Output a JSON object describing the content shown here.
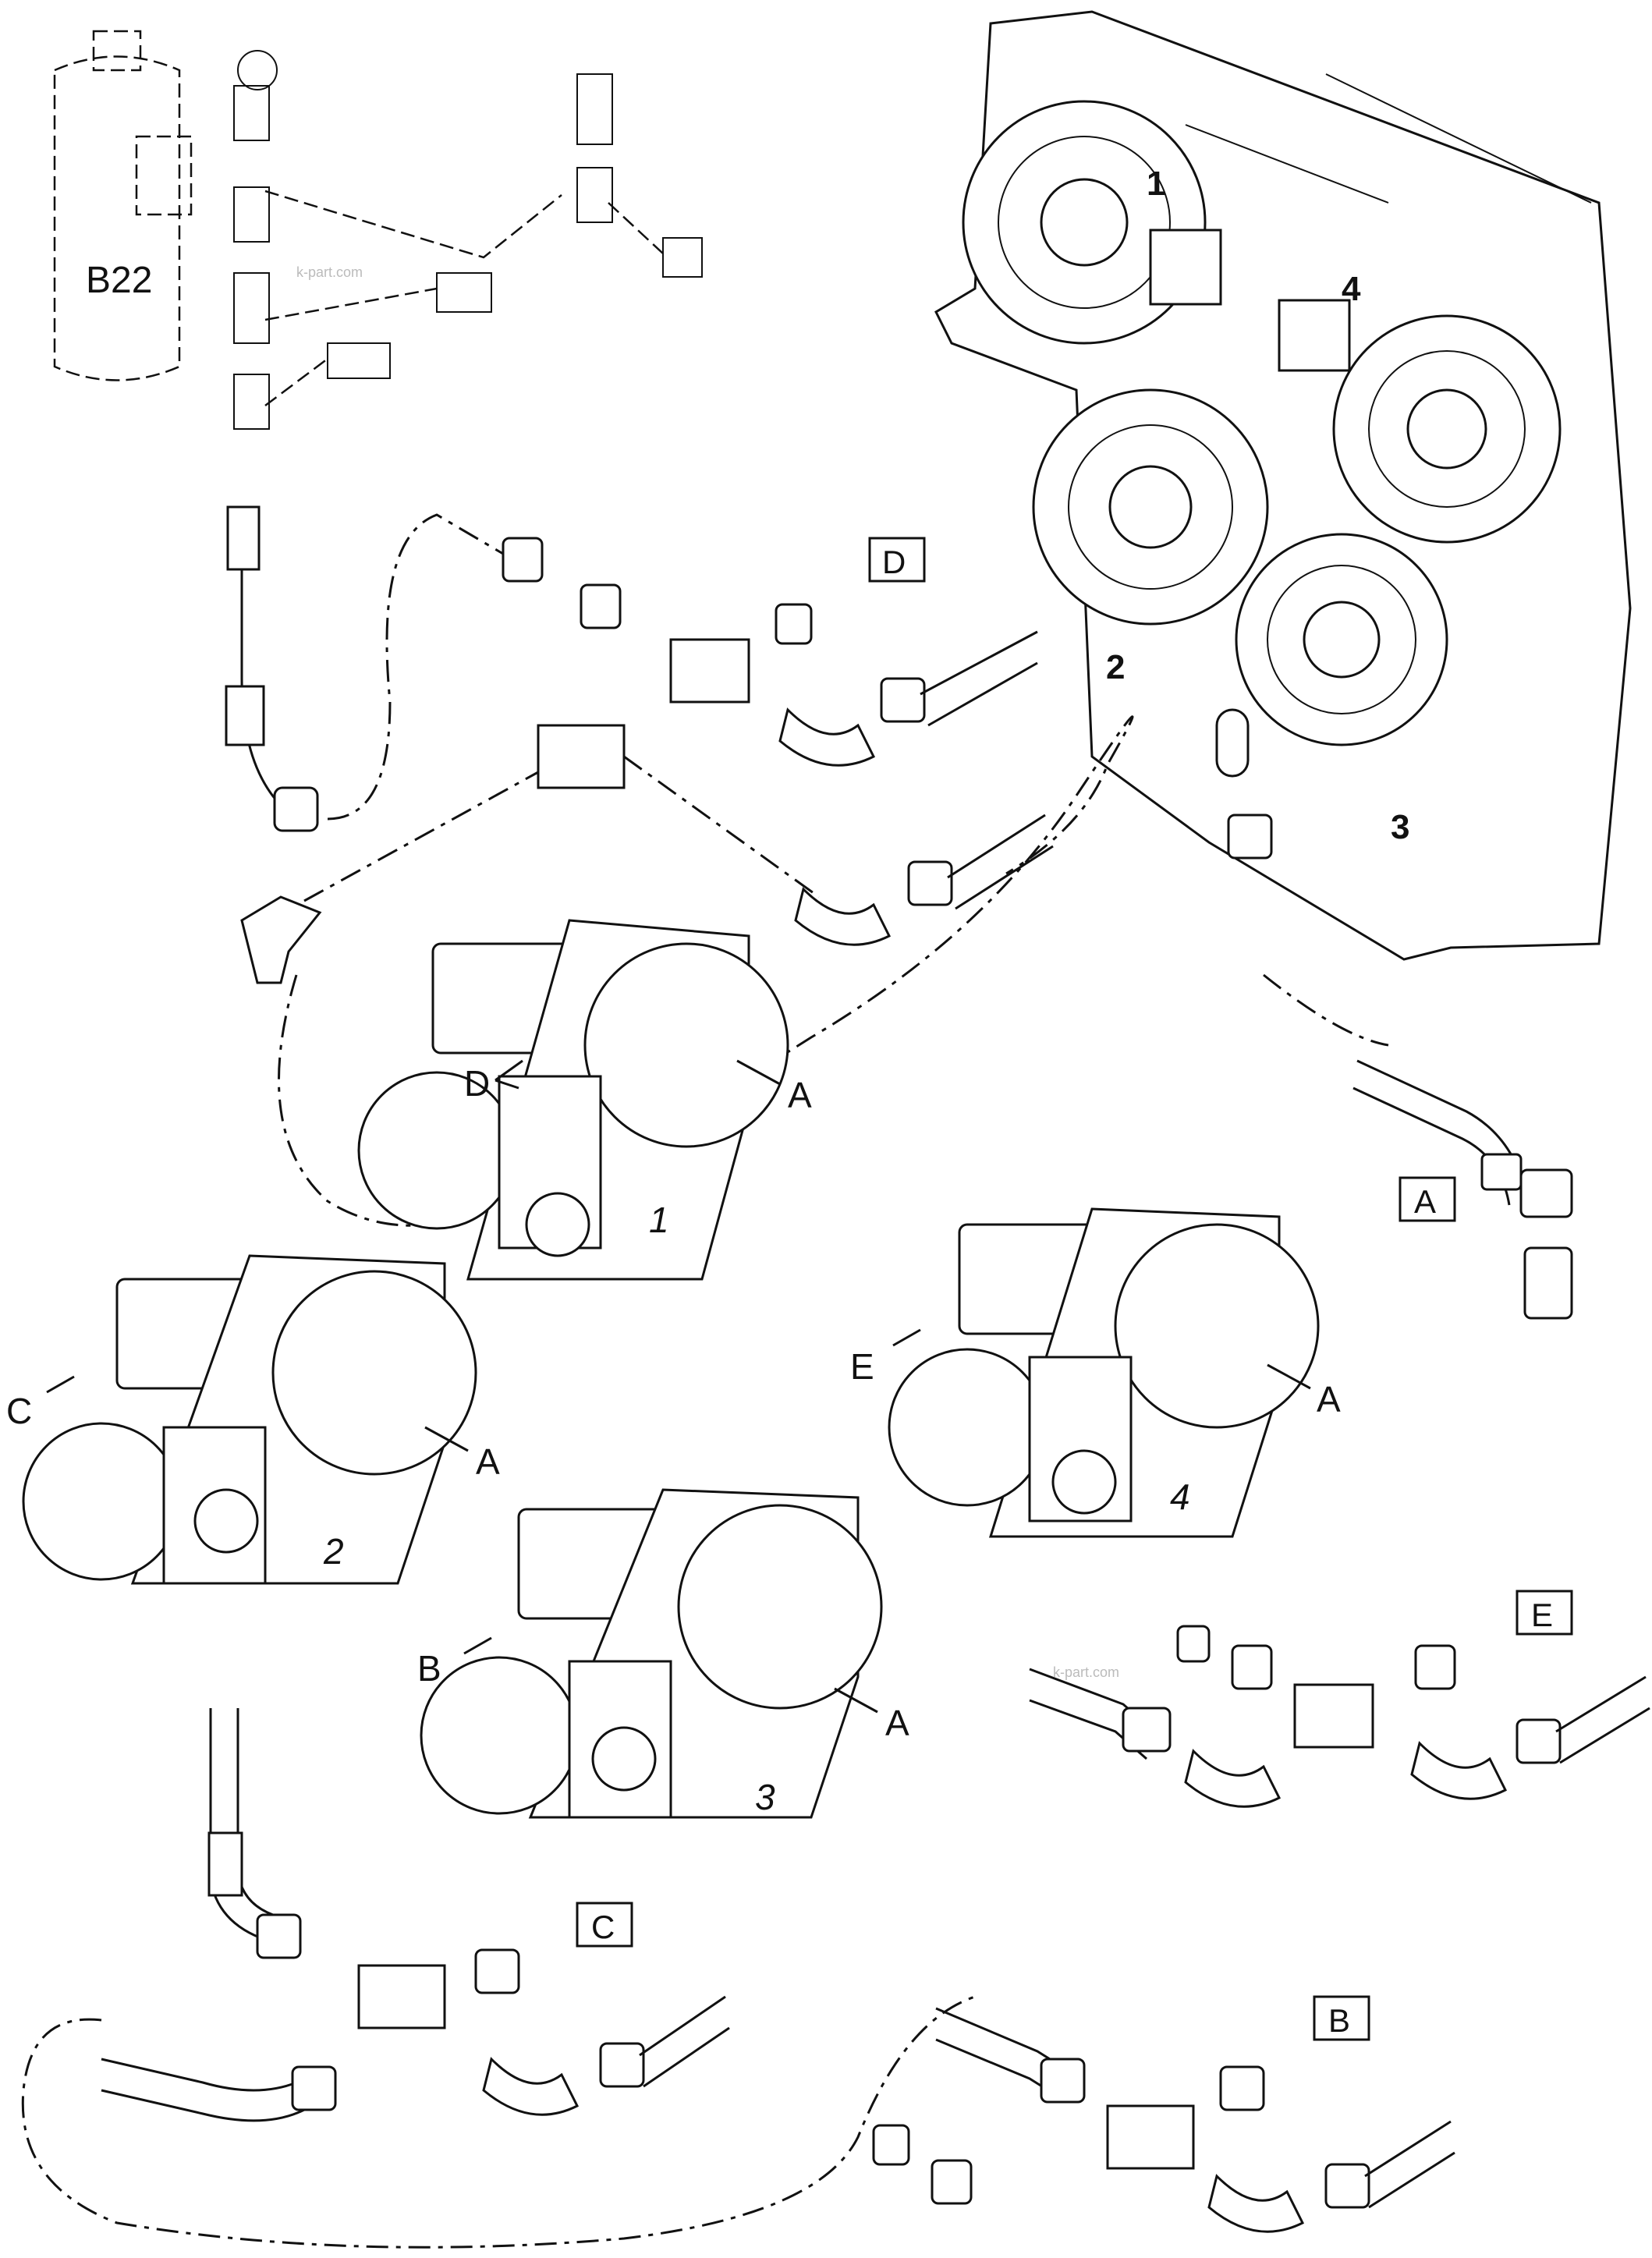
{
  "labels": {
    "filter": "B22",
    "detail_D": "D",
    "detail_A": "A",
    "detail_E": "E",
    "detail_C": "C",
    "detail_B": "B",
    "arrow_A": "A",
    "arrow_B": "B",
    "arrow_C": "C",
    "arrow_D": "D",
    "arrow_E": "E",
    "pump_1": "1",
    "pump_2": "2",
    "pump_3": "3",
    "pump_4": "4",
    "gear_1": "1",
    "gear_2": "2",
    "gear_3": "3",
    "gear_4": "4"
  },
  "watermark": "k-part.com"
}
